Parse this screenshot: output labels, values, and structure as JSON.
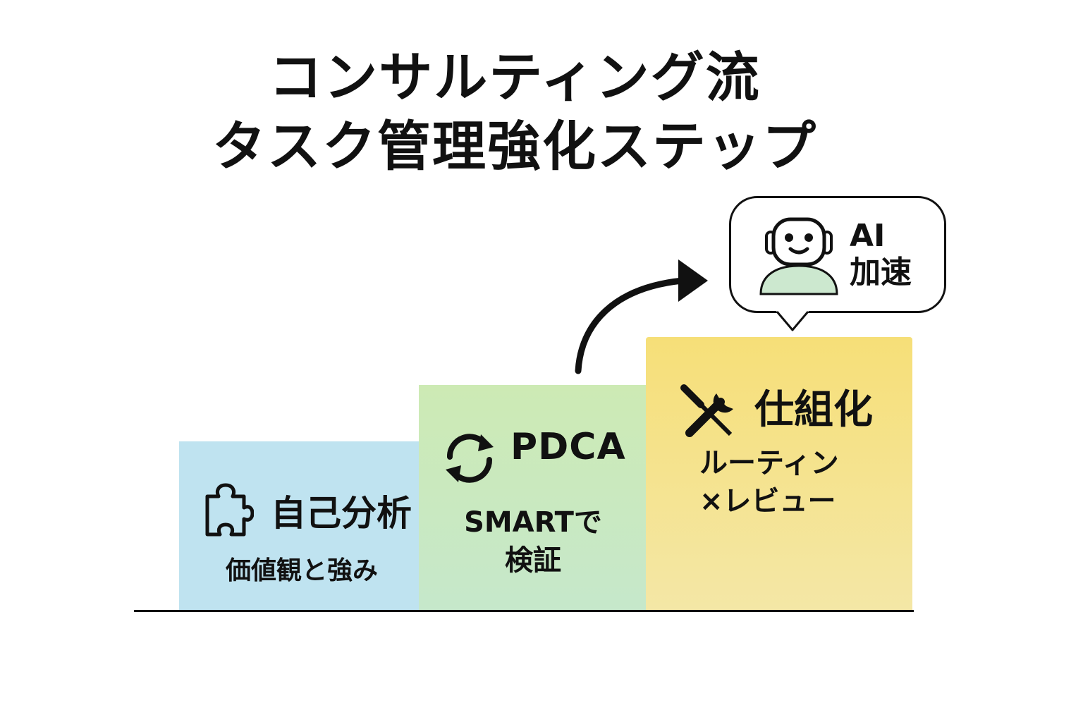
{
  "title": {
    "line1": "コンサルティング流",
    "line2": "タスク管理強化ステップ"
  },
  "steps": [
    {
      "heading": "自己分析",
      "subtext": "価値観と強み",
      "icon": "puzzle-icon",
      "color": "#bfe3f0"
    },
    {
      "heading": "PDCA",
      "subtext_line1": "SMARTで",
      "subtext_line2": "検証",
      "icon": "cycle-arrows-icon",
      "color": "#cdeab4"
    },
    {
      "heading": "仕組化",
      "subtext_line1": "ルーティン",
      "subtext_line2": "×レビュー",
      "icon": "tools-icon",
      "color": "#f6df78"
    }
  ],
  "ai_bubble": {
    "line1": "AI",
    "line2": "加速",
    "icon": "robot-icon",
    "accent": "#cce8cf"
  }
}
